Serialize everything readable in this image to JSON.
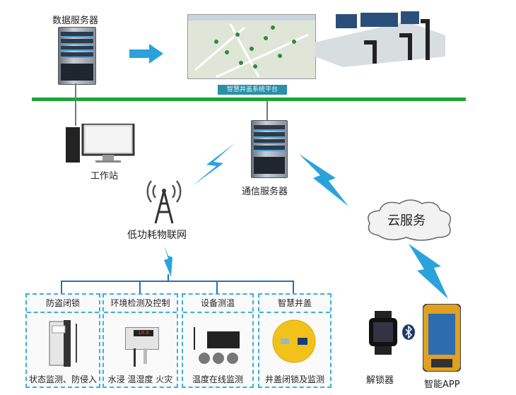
{
  "data_server": {
    "label": "数据服务器"
  },
  "platform": {
    "label": "智慧井盖系统平台"
  },
  "workstation": {
    "label": "工作站"
  },
  "comm_server": {
    "label": "通信服务器"
  },
  "iot": {
    "label": "低功耗物联网"
  },
  "cloud": {
    "label": "云服务"
  },
  "modules": [
    {
      "title": "防盗闭锁",
      "caption": "状态监测、防侵入"
    },
    {
      "title": "环境检测及控制",
      "caption": "水浸 温湿度 火灾",
      "display": "18.8"
    },
    {
      "title": "设备测温",
      "caption": "温度在线监测"
    },
    {
      "title": "智慧井盖",
      "caption": "井盖闭锁及监测"
    }
  ],
  "unlocker": {
    "label": "解锁器"
  },
  "app": {
    "label": "智能APP"
  },
  "colors": {
    "bus": "#1aa53a",
    "accent": "#2aa3dc",
    "dash": "#3ab0d8",
    "cover": "#f2c21a"
  }
}
